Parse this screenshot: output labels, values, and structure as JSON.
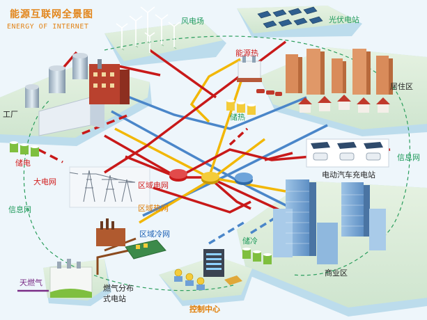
{
  "title": {
    "cn": "能源互联网全景图",
    "en": "ENERGY OF INTERNET"
  },
  "labels": {
    "wind": "风电场",
    "solar": "光伏电站",
    "energy_heat": "能源热",
    "residential": "居住区",
    "factory": "工厂",
    "heat_storage": "储热",
    "power_storage": "储电",
    "ev_station": "电动汽车充电站",
    "info_net_right": "信息网",
    "main_grid": "大电网",
    "regional_grid": "区域电网",
    "regional_heat": "区域热网",
    "info_net_left": "信息网",
    "regional_cold": "区域冷网",
    "cold_storage": "储冷",
    "commercial": "商业区",
    "natural_gas": "天燃气",
    "gas_station_line1": "燃气分布",
    "gas_station_line2": "式电站",
    "control_center": "控制中心"
  },
  "colors": {
    "electric_line": "#c81919",
    "heat_line": "#f2b705",
    "cold_line": "#4a86c9",
    "gas_line": "#8b4a1e",
    "gas_input": "#7a2c86",
    "info_net": "#2a9d5c",
    "island_top": "#d9ecd7",
    "island_side": "#b6d8eb"
  }
}
